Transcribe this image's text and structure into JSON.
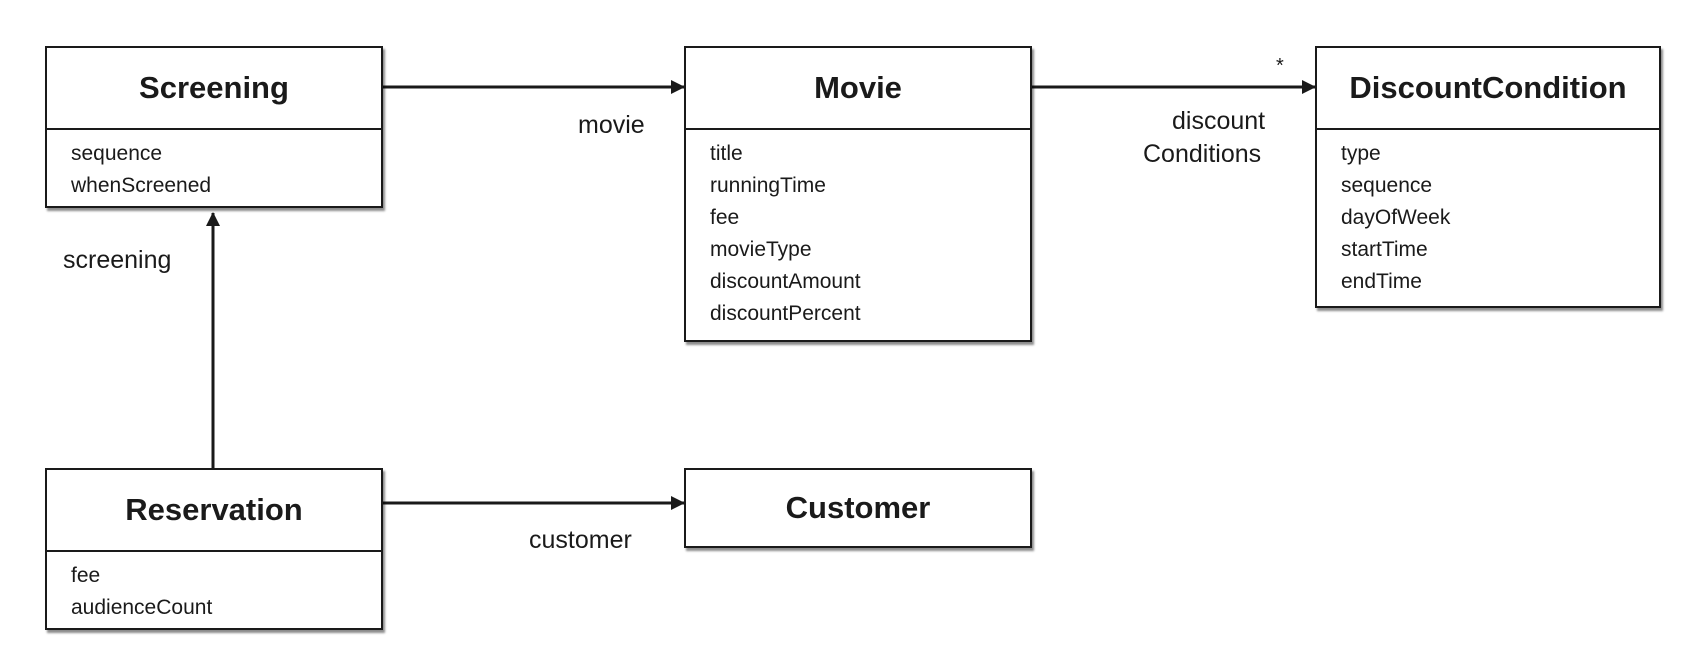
{
  "classes": {
    "screening": {
      "name": "Screening",
      "attributes": [
        "sequence",
        "whenScreened"
      ]
    },
    "movie": {
      "name": "Movie",
      "attributes": [
        "title",
        "runningTime",
        "fee",
        "movieType",
        "discountAmount",
        "discountPercent"
      ]
    },
    "discount_condition": {
      "name": "DiscountCondition",
      "attributes": [
        "type",
        "sequence",
        "dayOfWeek",
        "startTime",
        "endTime"
      ]
    },
    "reservation": {
      "name": "Reservation",
      "attributes": [
        "fee",
        "audienceCount"
      ]
    },
    "customer": {
      "name": "Customer",
      "attributes": []
    }
  },
  "associations": {
    "screening_to_movie": {
      "role": "movie"
    },
    "movie_to_discount_conditions": {
      "role_line1": "discount",
      "role_line2": "Conditions",
      "multiplicity": "*"
    },
    "reservation_to_screening": {
      "role": "screening"
    },
    "reservation_to_customer": {
      "role": "customer"
    }
  },
  "colors": {
    "line": "#1a1a1a",
    "box_fill": "#ffffff",
    "background": "#ffffff"
  }
}
